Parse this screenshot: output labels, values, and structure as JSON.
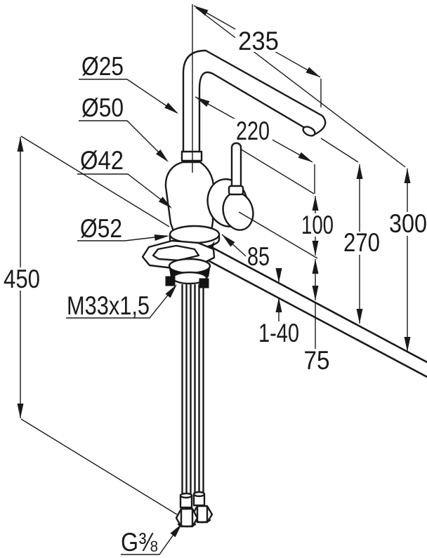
{
  "drawing": {
    "type": "technical-dimension-drawing",
    "subject": "single-lever-kitchen-sink-mixer",
    "units": "mm",
    "ink_color": "#1a1a1a",
    "background_color": "#ffffff"
  },
  "dims": {
    "spout_total_reach": "235",
    "spout_reach": "220",
    "spout_tube_diameter": "Ø25",
    "body_top_diameter": "Ø50",
    "body_diameter": "Ø42",
    "base_diameter": "Ø52",
    "hose_length": "450",
    "mounting_thread": "M33x1,5",
    "handle_projection": "85",
    "lever_height": "100",
    "outlet_height": "270",
    "total_height": "300",
    "deck_thickness_range": "1-40",
    "clearance_below": "75",
    "connection_thread": "G⅜"
  }
}
